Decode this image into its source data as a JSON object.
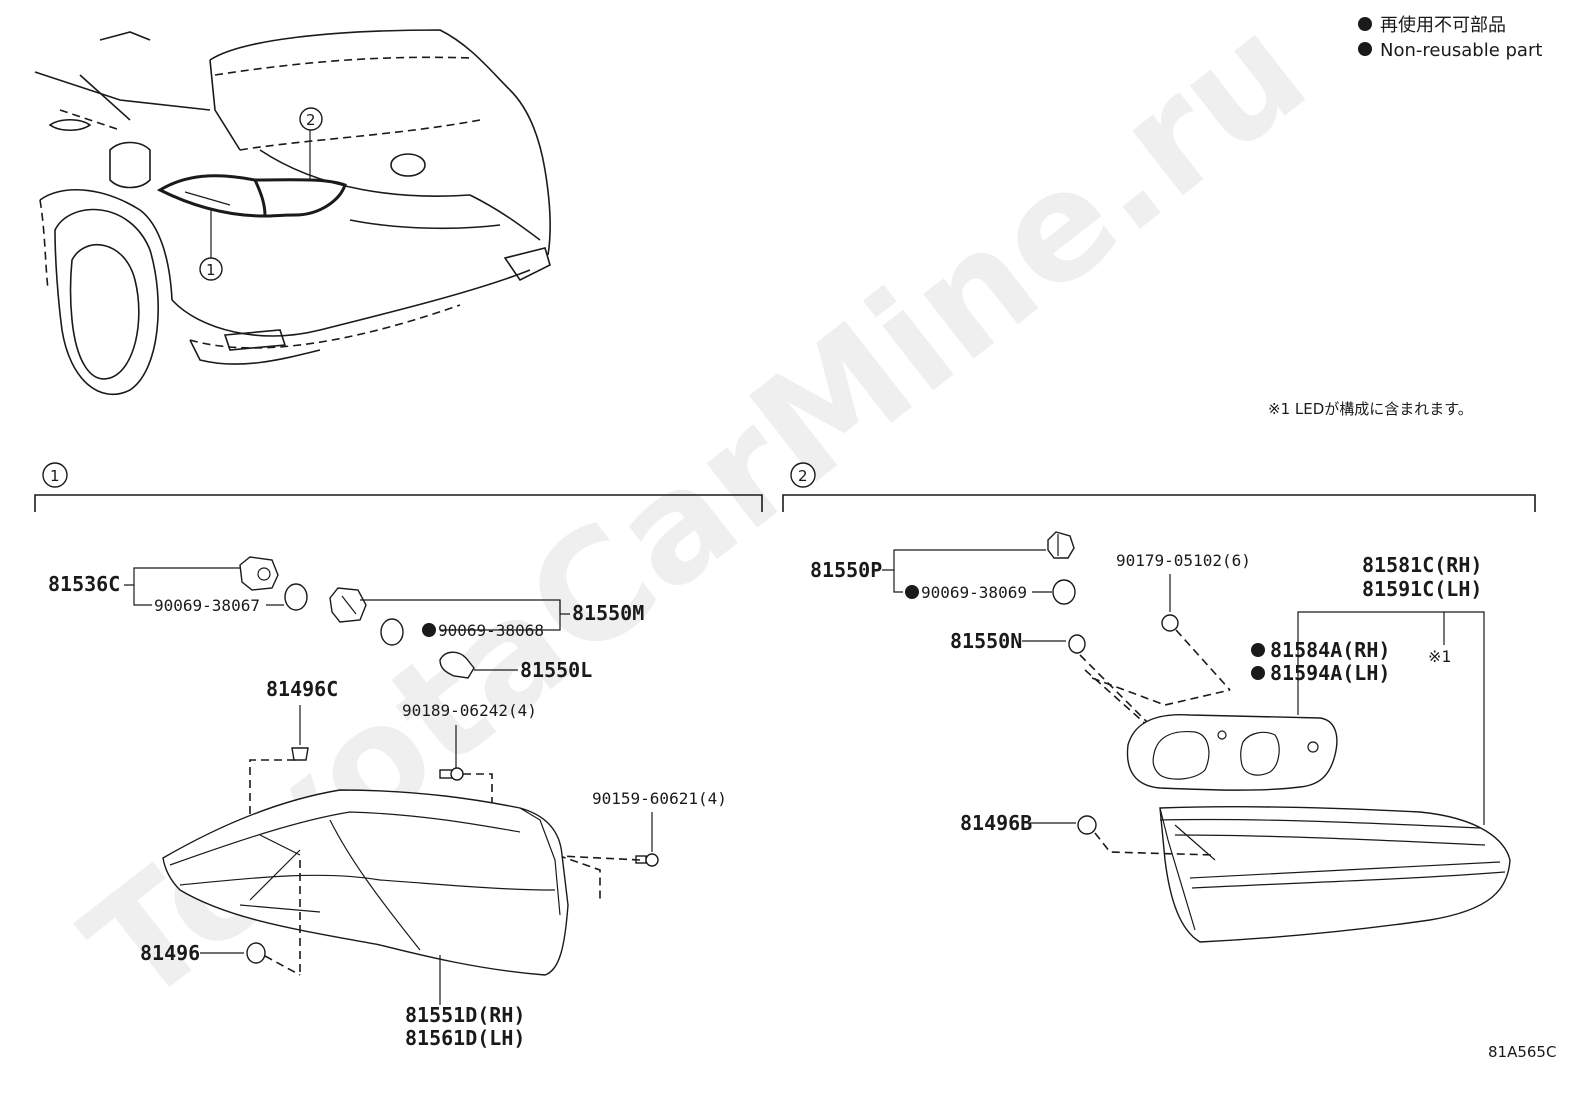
{
  "legend": {
    "jp": "再使用不可部品",
    "en": "Non-reusable part"
  },
  "note": "※1 LEDが構成に含まれます。",
  "watermark": "ToyotaCarMine.ru",
  "diagram_code": "81A565C",
  "callouts": {
    "one": "1",
    "two": "2"
  },
  "section1": {
    "marker": "1",
    "labels": {
      "p81536c": "81536C",
      "p90069_38067": "90069-38067",
      "p90069_38068": "90069-38068",
      "p81550m": "81550M",
      "p81550l": "81550L",
      "p81496c": "81496C",
      "p90189": "90189-06242(4)",
      "p90159": "90159-60621(4)",
      "p81496": "81496",
      "p81551d": "81551D(RH)",
      "p81561d": "81561D(LH)"
    }
  },
  "section2": {
    "marker": "2",
    "labels": {
      "p81550p": "81550P",
      "p90069_38069": "90069-38069",
      "p81550n": "81550N",
      "p90179": "90179-05102(6)",
      "p81581c": "81581C(RH)",
      "p81591c": "81591C(LH)",
      "p81584a": "81584A(RH)",
      "p81594a": "81594A(LH)",
      "note_ref": "※1",
      "p81496b": "81496B"
    }
  }
}
